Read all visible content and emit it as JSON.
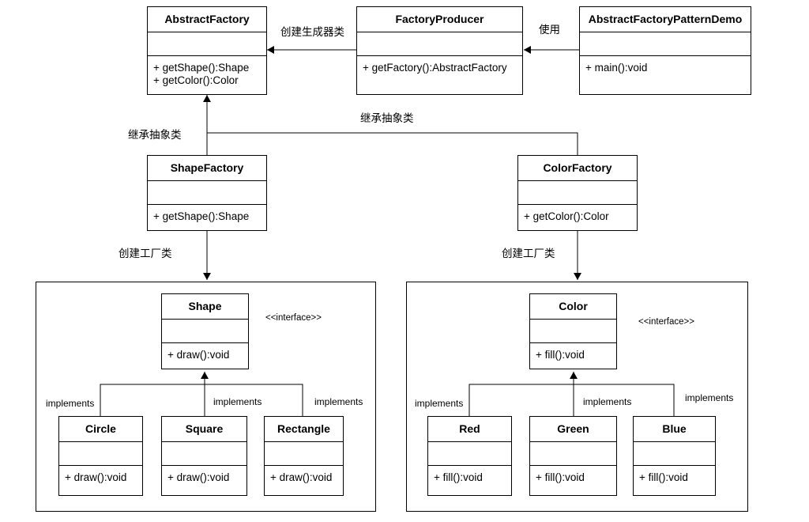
{
  "classes": {
    "abstract_factory": {
      "name": "AbstractFactory",
      "ops": [
        "+ getShape():Shape",
        "+ getColor():Color"
      ]
    },
    "factory_producer": {
      "name": "FactoryProducer",
      "ops": [
        "+ getFactory():AbstractFactory"
      ]
    },
    "demo": {
      "name": "AbstractFactoryPatternDemo",
      "ops": [
        "+ main():void"
      ]
    },
    "shape_factory": {
      "name": "ShapeFactory",
      "ops": [
        "+ getShape():Shape"
      ]
    },
    "color_factory": {
      "name": "ColorFactory",
      "ops": [
        "+ getColor():Color"
      ]
    },
    "shape": {
      "name": "Shape",
      "ops": [
        "+ draw():void"
      ]
    },
    "circle": {
      "name": "Circle",
      "ops": [
        "+ draw():void"
      ]
    },
    "square": {
      "name": "Square",
      "ops": [
        "+ draw():void"
      ]
    },
    "rectangle": {
      "name": "Rectangle",
      "ops": [
        "+ draw():void"
      ]
    },
    "color": {
      "name": "Color",
      "ops": [
        "+ fill():void"
      ]
    },
    "red": {
      "name": "Red",
      "ops": [
        "+ fill():void"
      ]
    },
    "green": {
      "name": "Green",
      "ops": [
        "+ fill():void"
      ]
    },
    "blue": {
      "name": "Blue",
      "ops": [
        "+ fill():void"
      ]
    }
  },
  "labels": {
    "create_generator": "创建生成器类",
    "use": "使用",
    "inherit_left": "继承抽象类",
    "inherit_right": "继承抽象类",
    "create_factory_left": "创建工厂类",
    "create_factory_right": "创建工厂类",
    "shape_stereotype": "<<interface>>",
    "color_stereotype": "<<interface>>",
    "impl_circle": "implements",
    "impl_square": "implements",
    "impl_rectangle": "implements",
    "impl_red": "implements",
    "impl_green": "implements",
    "impl_blue": "implements"
  }
}
